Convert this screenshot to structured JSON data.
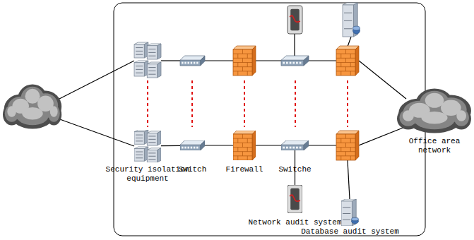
{
  "diagram": {
    "nodes": [
      {
        "text": [
          "Security isolation equipment"
        ]
      },
      {
        "text": [
          "Switch"
        ]
      },
      {
        "text": [
          "Firewall"
        ]
      },
      {
        "text": [
          "Switche"
        ]
      },
      {
        "text": [
          "Network audit system"
        ]
      },
      {
        "text": [
          "Database audit system"
        ]
      },
      {
        "text": [
          "Office area network"
        ]
      }
    ],
    "edges": [
      {
        "from": 0,
        "to": 1,
        "arrow": "none"
      },
      {
        "from": 1,
        "to": 2,
        "arrow": "none"
      },
      {
        "from": 2,
        "to": 3,
        "arrow": "none"
      },
      {
        "from": 3,
        "to": 4,
        "arrow": "none"
      }
    ]
  }
}
